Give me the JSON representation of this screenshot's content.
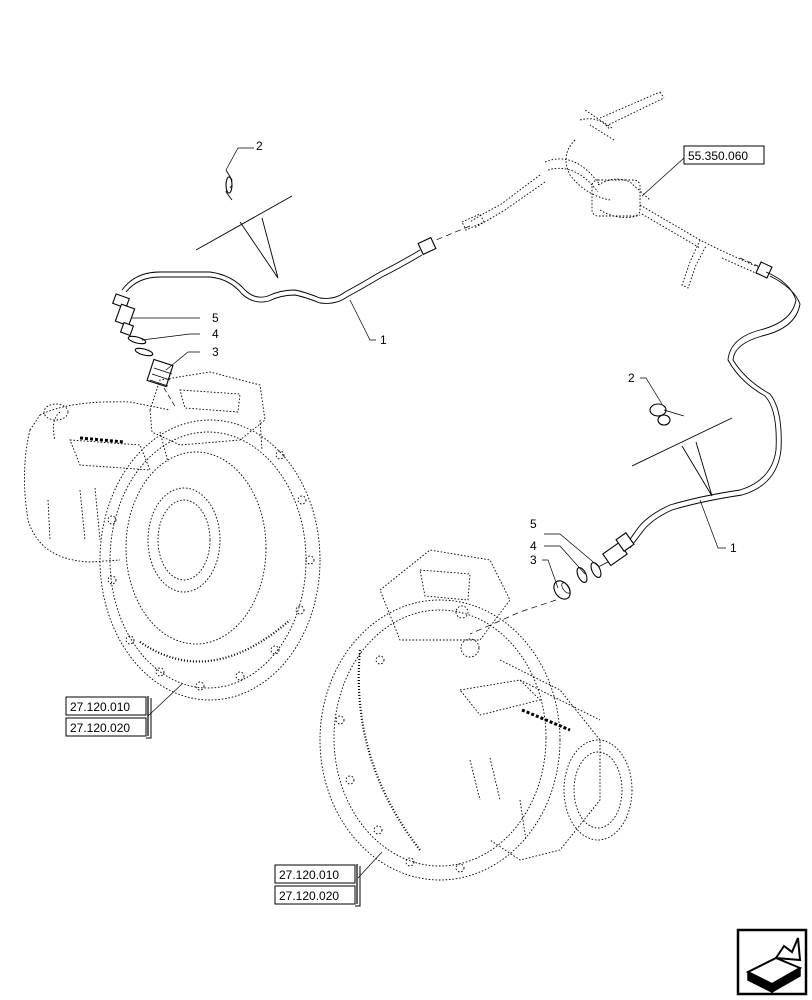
{
  "callouts": {
    "c1a": "1",
    "c1b": "1",
    "c2a": "2",
    "c2b": "2",
    "c3a": "3",
    "c3b": "3",
    "c4a": "4",
    "c4b": "4",
    "c5a": "5",
    "c5b": "5"
  },
  "references": {
    "harness": "55.350.060",
    "left_top": "27.120.010",
    "left_bottom": "27.120.020",
    "right_top": "27.120.010",
    "right_bottom": "27.120.020"
  },
  "nav_icon": "next-page-arrow-icon"
}
